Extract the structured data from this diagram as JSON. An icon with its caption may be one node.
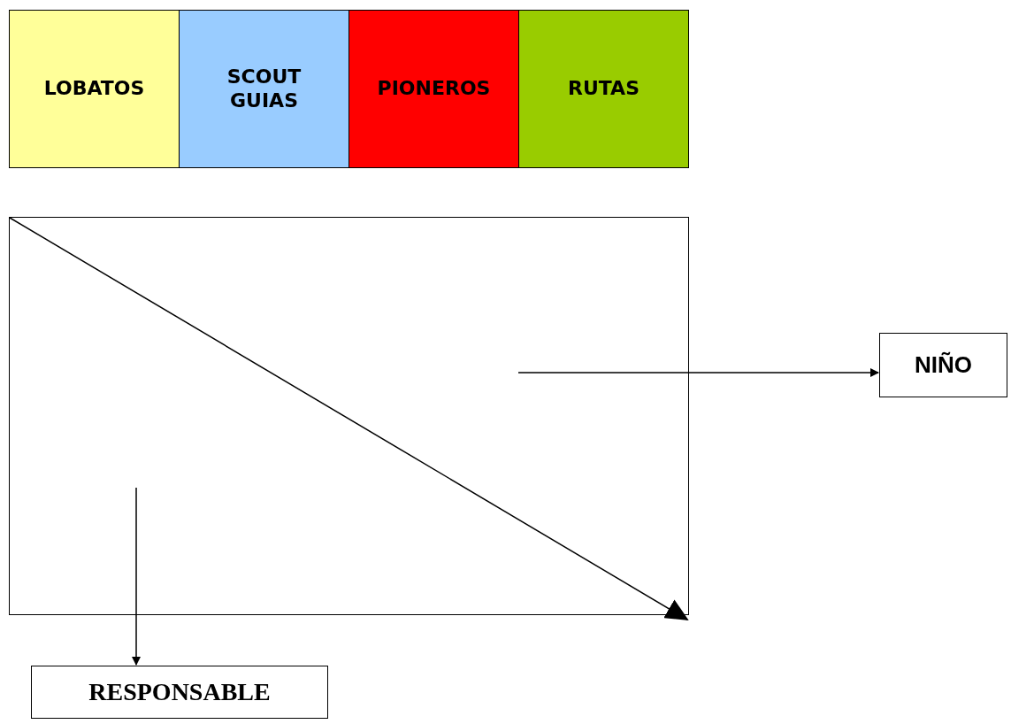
{
  "diagram": {
    "nodes": [
      {
        "text": [
          "LOBATOS"
        ]
      },
      {
        "text": [
          "SCOUT GUIAS"
        ]
      },
      {
        "text": [
          "PIONEROS"
        ]
      },
      {
        "text": [
          "RUTAS"
        ]
      },
      {
        "text": [],
        "shape": "box"
      },
      {
        "text": [
          "NIÑO"
        ]
      },
      {
        "text": [
          "RESPONSABLE"
        ]
      }
    ],
    "edges": [
      {
        "from": 4,
        "to": 5,
        "arrow": "to"
      },
      {
        "from": 4,
        "to": 6,
        "arrow": "to"
      }
    ]
  }
}
